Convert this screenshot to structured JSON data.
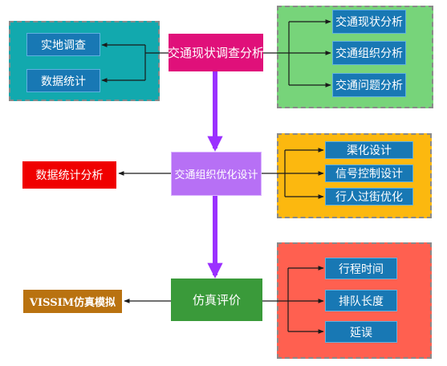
{
  "colors": {
    "teal_group": "#12a9ae",
    "green_group": "#77d47a",
    "yellow_group": "#fcb80f",
    "red_group": "#ff6050",
    "sub_box": "#1878b4",
    "main_survey": "#e0107a",
    "main_optimize": "#b770f5",
    "main_eval": "#3a9a3a",
    "stats_box": "#f00000",
    "vissim_box": "#b97210",
    "arrow_purple": "#9b30ff",
    "line_dark": "#1a1a1a"
  },
  "main": {
    "survey": "交通现状调查分析",
    "optimize": "交通组织优化设计",
    "evaluate": "仿真评价"
  },
  "left": {
    "field_survey": "实地调查",
    "data_stats": "数据统计",
    "stats_analysis": "数据统计分析",
    "vissim": "VISSIM仿真模拟"
  },
  "analysis": [
    "交通现状分析",
    "交通组织分析",
    "交通问题分析"
  ],
  "design": [
    "渠化设计",
    "信号控制设计",
    "行人过街优化"
  ],
  "metrics": [
    "行程时间",
    "排队长度",
    "延误"
  ]
}
